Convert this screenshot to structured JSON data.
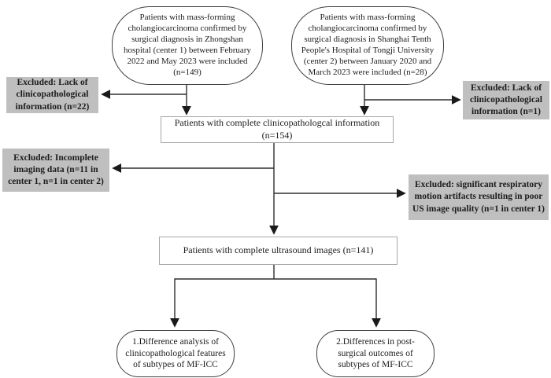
{
  "colors": {
    "excluded_box_bg": "#bfbfbf",
    "connector_line": "#2e2e2e",
    "process_border": "#a6a6a6",
    "terminator_border": "#3f3f3f"
  },
  "nodes": {
    "center1": "Patients with mass-forming cholangiocarcinoma confirmed by surgical diagnosis in Zhongshan hospital (center 1) between February 2022 and May 2023 were included (n=149)",
    "center2": "Patients with mass-forming cholangiocarcinoma confirmed by surgical diagnosis in Shanghai Tenth People's Hospital of Tongji University (center 2) between January 2020 and March 2023 were included (n=28)",
    "excluded_lack_center1": "Excluded: Lack of clinicopathological information (n=22)",
    "excluded_lack_center2": "Excluded: Lack of clinicopathological information (n=1)",
    "complete_clinicopathological": "Patients with complete clinicopathologcal information (n=154)",
    "excluded_incomplete_imaging": "Excluded: Incomplete imaging data (n=11 in center 1, n=1 in center 2)",
    "excluded_motion_artifacts": "Excluded: significant respiratory motion artifacts resulting in poor US image quality (n=1 in center 1)",
    "complete_ultrasound": "Patients with complete ultrasound images (n=141)",
    "outcome1": "1.Difference analysis of clinicopathological features of subtypes of MF-ICC",
    "outcome2": "2.Differences in post-surgical outcomes of subtypes of MF-ICC"
  }
}
